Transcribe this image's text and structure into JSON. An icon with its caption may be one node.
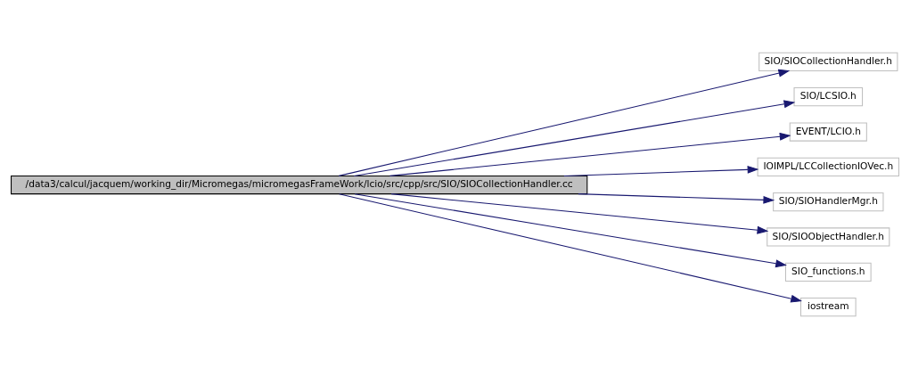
{
  "diagram": {
    "nodes": [
      {
        "text": [
          "/data3/calcul/jacquem/working_dir/Micromegas/micromegasFrameWork/lcio/src/cpp/src/SIO/SIOCollectionHandler.cc"
        ]
      },
      {
        "text": [
          "SIO/SIOCollectionHandler.h"
        ]
      },
      {
        "text": [
          "SIO/LCSIO.h"
        ]
      },
      {
        "text": [
          "EVENT/LCIO.h"
        ]
      },
      {
        "text": [
          "IOIMPL/LCCollectionIOVec.h"
        ]
      },
      {
        "text": [
          "SIO/SIOHandlerMgr.h"
        ]
      },
      {
        "text": [
          "SIO/SIOObjectHandler.h"
        ]
      },
      {
        "text": [
          "SIO_functions.h"
        ]
      },
      {
        "text": [
          "iostream"
        ]
      }
    ],
    "edges": [
      {
        "from": 0,
        "to": 1,
        "arrow": "to"
      },
      {
        "from": 0,
        "to": 2,
        "arrow": "to"
      },
      {
        "from": 0,
        "to": 3,
        "arrow": "to"
      },
      {
        "from": 0,
        "to": 4,
        "arrow": "to"
      },
      {
        "from": 0,
        "to": 5,
        "arrow": "to"
      },
      {
        "from": 0,
        "to": 6,
        "arrow": "to"
      },
      {
        "from": 0,
        "to": 7,
        "arrow": "to"
      },
      {
        "from": 0,
        "to": 8,
        "arrow": "to"
      }
    ]
  }
}
